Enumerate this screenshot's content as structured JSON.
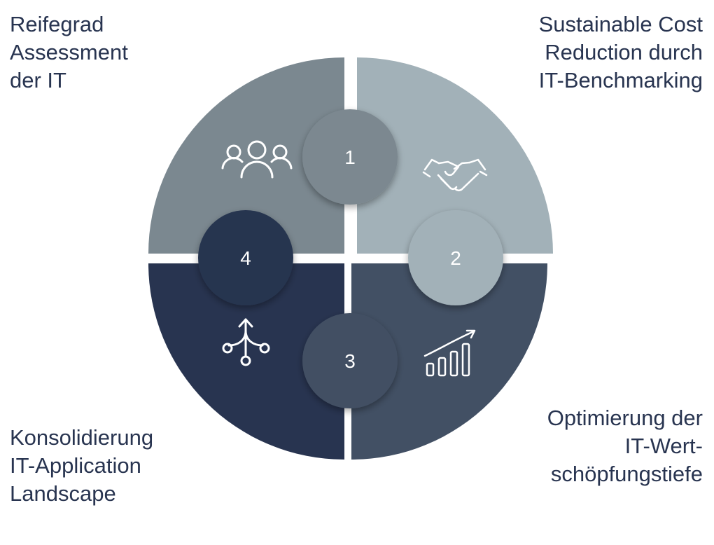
{
  "colors": {
    "segment_1": "#7b8890",
    "segment_2": "#a2b1b8",
    "segment_3": "#425064",
    "segment_4": "#283450",
    "text": "#283450",
    "icon": "#ffffff"
  },
  "segments": [
    {
      "number": "1",
      "label_lines": [
        "Reifegrad",
        "Assessment",
        "der IT"
      ],
      "icon": "people-group-icon"
    },
    {
      "number": "2",
      "label_lines": [
        "Sustainable Cost",
        "Reduction durch",
        "IT-Benchmarking"
      ],
      "icon": "handshake-icon"
    },
    {
      "number": "3",
      "label_lines": [
        "Optimierung der",
        "IT-Wert-",
        "schöpfungstiefe"
      ],
      "icon": "growth-bar-chart-icon"
    },
    {
      "number": "4",
      "label_lines": [
        "Konsolidierung",
        "IT-Application",
        "Landscape"
      ],
      "icon": "merge-arrow-icon"
    }
  ]
}
